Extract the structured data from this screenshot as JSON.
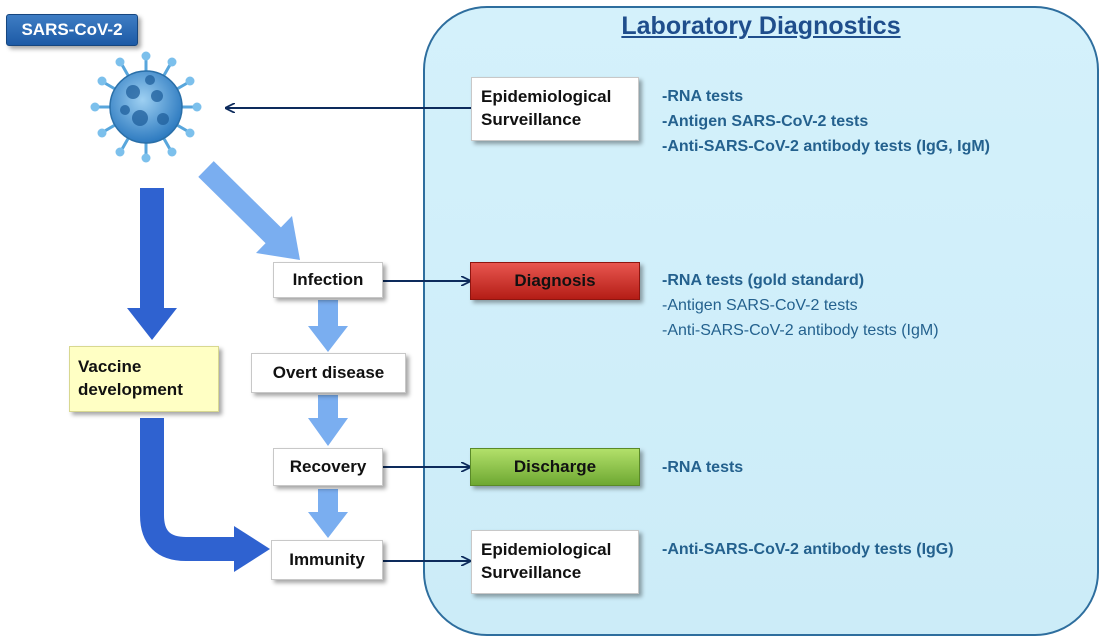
{
  "virus_badge": "SARS-CoV-2",
  "lab_title": "Laboratory Diagnostics",
  "boxes": {
    "epi_top": [
      "Epidemiological",
      "Surveillance"
    ],
    "infection": "Infection",
    "overt": "Overt disease",
    "recovery": "Recovery",
    "immunity": "Immunity",
    "vaccine": [
      "Vaccine",
      "development"
    ],
    "diagnosis": "Diagnosis",
    "discharge": "Discharge",
    "epi_bottom": [
      "Epidemiological",
      "Surveillance"
    ]
  },
  "tests": {
    "epi_top": [
      "-RNA tests",
      "-Antigen SARS-CoV-2 tests",
      "-Anti-SARS-CoV-2 antibody tests (IgG, IgM)"
    ],
    "diagnosis": [
      "-RNA tests (gold standard)",
      "-Antigen SARS-CoV-2 tests",
      "-Anti-SARS-CoV-2 antibody tests (IgM)"
    ],
    "discharge": [
      "-RNA tests"
    ],
    "epi_bottom": [
      "-Anti-SARS-CoV-2 antibody tests (IgG)"
    ]
  },
  "colors": {
    "panel_fill": "#d4f1fb",
    "panel_border": "#2e6e9e",
    "title": "#1f4e8c",
    "test_text": "#24618e",
    "big_arrow": "#2f62d0",
    "light_arrow": "#7aaef0",
    "diagnosis_fill": "#c9302c",
    "discharge_fill": "#8cc84b",
    "vaccine_fill": "#ffffc4",
    "virus": "#3b86c6"
  }
}
